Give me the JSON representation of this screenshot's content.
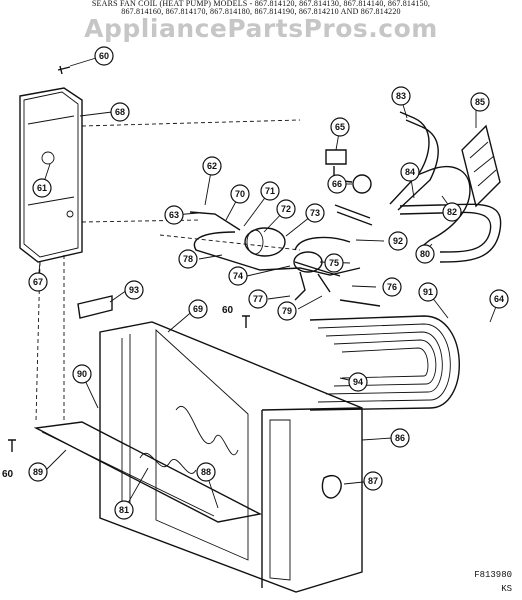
{
  "header": {
    "line1": "SEARS FAN COIL (HEAT PUMP) MODELS - 867.814120, 867.814130, 867.814140, 867.814150,",
    "line2": "867.814160, 867.814170, 867.814180, 867.814190, 867.814210 AND 867.814220"
  },
  "watermark": "AppliancePartsPros.com",
  "figure": {
    "number": "F813980",
    "suffix": "KS"
  },
  "callouts": {
    "c60a": "60",
    "c68": "68",
    "c61": "61",
    "c67": "67",
    "c62": "62",
    "c63": "63",
    "c70": "70",
    "c71": "71",
    "c72": "72",
    "c73": "73",
    "c65": "65",
    "c66": "66",
    "c83": "83",
    "c85": "85",
    "c84": "84",
    "c82": "82",
    "c80": "80",
    "c92": "92",
    "c78": "78",
    "c74": "74",
    "c75": "75",
    "c76": "76",
    "c77": "77",
    "c79": "79",
    "c91": "91",
    "c64": "64",
    "c93": "93",
    "c69": "69",
    "c60b": "60",
    "c94": "94",
    "c90": "90",
    "c86": "86",
    "c87": "87",
    "c88": "88",
    "c81": "81",
    "c89": "89",
    "c60c": "60"
  }
}
